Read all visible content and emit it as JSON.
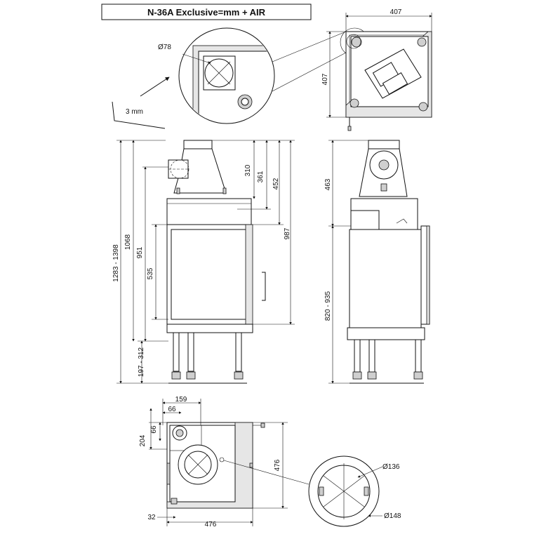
{
  "title": "N-36A Exclusive=mm + AIR",
  "tool_label": "3 mm",
  "detail_diameter": "Ø78",
  "top_view": {
    "width": "407",
    "depth": "407"
  },
  "front_view": {
    "total_height": "1283 - 1398",
    "height_1068": "1068",
    "height_951": "951",
    "door_height": "535",
    "legs": "197 - 312",
    "outlet_310": "310",
    "outlet_361": "361",
    "outlet_452": "452",
    "body_987": "987"
  },
  "side_view": {
    "flue": "463",
    "body": "820 - 935"
  },
  "plan_view": {
    "dim_159": "159",
    "dim_66_h": "66",
    "dim_66_v": "66",
    "dim_204": "204",
    "depth": "476",
    "width": "476",
    "offset": "32"
  },
  "flue_detail": {
    "inner": "Ø136",
    "outer": "Ø148"
  }
}
